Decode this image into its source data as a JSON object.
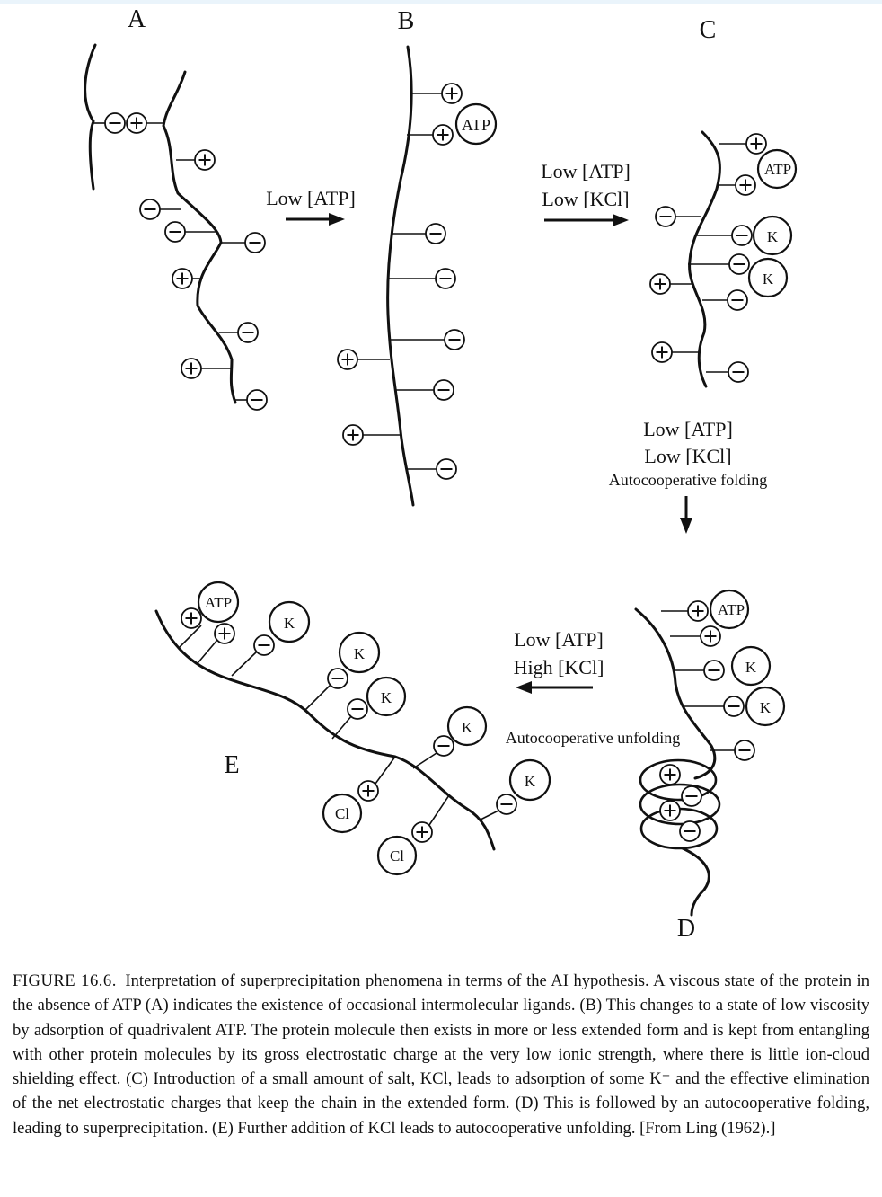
{
  "panels": {
    "a": "A",
    "b": "B",
    "c": "C",
    "d": "D",
    "e": "E"
  },
  "transitions": {
    "a_to_b": {
      "line1": "Low [ATP]"
    },
    "b_to_c": {
      "line1": "Low [ATP]",
      "line2": "Low [KCl]"
    },
    "c_to_d": {
      "line1": "Low [ATP]",
      "line2": "Low [KCl]",
      "line3": "Autocooperative folding"
    },
    "d_to_e": {
      "line1": "Low [ATP]",
      "line2": "High [KCl]",
      "line3": "Autocooperative unfolding"
    }
  },
  "ligands": {
    "atp": "ATP",
    "potassium": "K",
    "chloride": "Cl"
  },
  "caption": {
    "label": "FIGURE 16.6.",
    "text": "Interpretation of superprecipitation phenomena in terms of the AI hypothesis. A viscous state of the protein in the absence of ATP (A) indicates the existence of occasional intermolecular ligands. (B) This changes to a state of low viscosity by adsorption of quadrivalent ATP. The protein molecule then exists in more or less extended form and is kept from entangling with other protein molecules by its gross electrostatic charge at the very low ionic strength, where there is little ion-cloud shielding effect. (C) Introduction of a small amount of salt, KCl, leads to adsorption of some K⁺ and the effective elimination of the net electrostatic charges that keep the chain in the extended form. (D) This is followed by an autocooperative folding, leading to superprecipitation. (E) Further addition of KCl leads to autocooperative unfolding. [From Ling (1962).]"
  }
}
